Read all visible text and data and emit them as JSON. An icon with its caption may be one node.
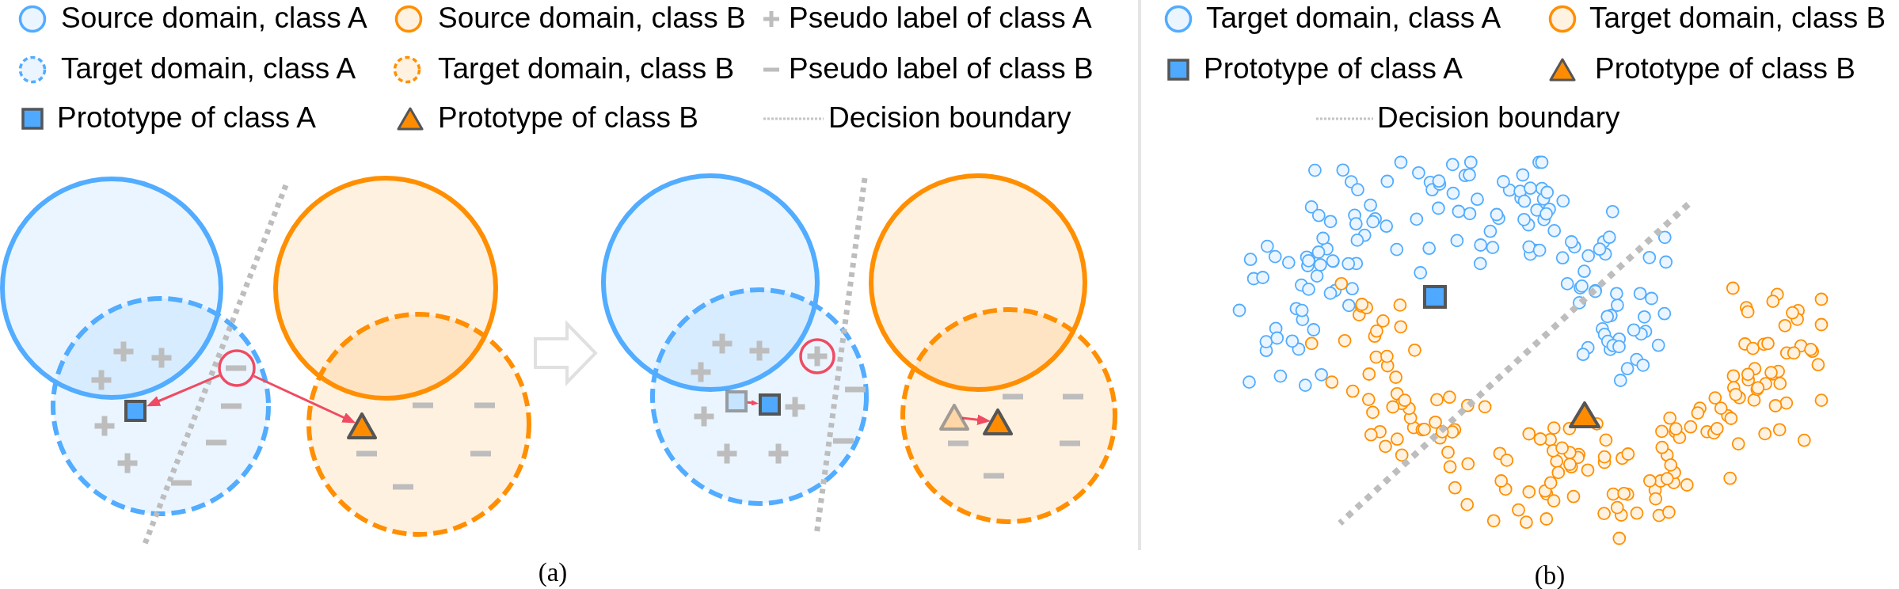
{
  "diagram": {
    "nodes": [
      {
        "text": [],
        "shape": "circle"
      },
      {
        "text": [],
        "shape": "box"
      },
      {
        "text": [],
        "shape": "triangle"
      },
      {
        "text": [],
        "shape": "box"
      },
      {
        "text": [],
        "shape": "box"
      },
      {
        "text": [],
        "shape": "triangle"
      },
      {
        "text": [],
        "shape": "triangle"
      },
      {
        "text": [],
        "shape": "box"
      },
      {
        "text": [],
        "shape": "triangle"
      }
    ],
    "edges": [
      {
        "from": 0,
        "to": 1,
        "arrow": "to"
      },
      {
        "from": 0,
        "to": 2,
        "arrow": "to"
      },
      {
        "from": 3,
        "to": 4,
        "arrow": "to"
      },
      {
        "from": 5,
        "to": 6,
        "arrow": "to"
      }
    ],
    "labels": [
      "(a)",
      "(b)"
    ],
    "legend": [
      {
        "text": "Source domain, class A"
      },
      {
        "text": "Source domain, class B"
      },
      {
        "text": "Pseudo label of class A"
      },
      {
        "text": "Target domain, class A"
      },
      {
        "text": "Target domain, class B"
      },
      {
        "text": "Pseudo label of class B"
      },
      {
        "text": "Prototype of class A"
      },
      {
        "text": "Prototype of class B"
      },
      {
        "text": "Decision boundary"
      },
      {
        "text": "Target domain, class A"
      },
      {
        "text": "Target domain, class B"
      },
      {
        "text": "Prototype of class A"
      },
      {
        "text": "Prototype of class B"
      },
      {
        "text": "Decision boundary"
      }
    ]
  }
}
